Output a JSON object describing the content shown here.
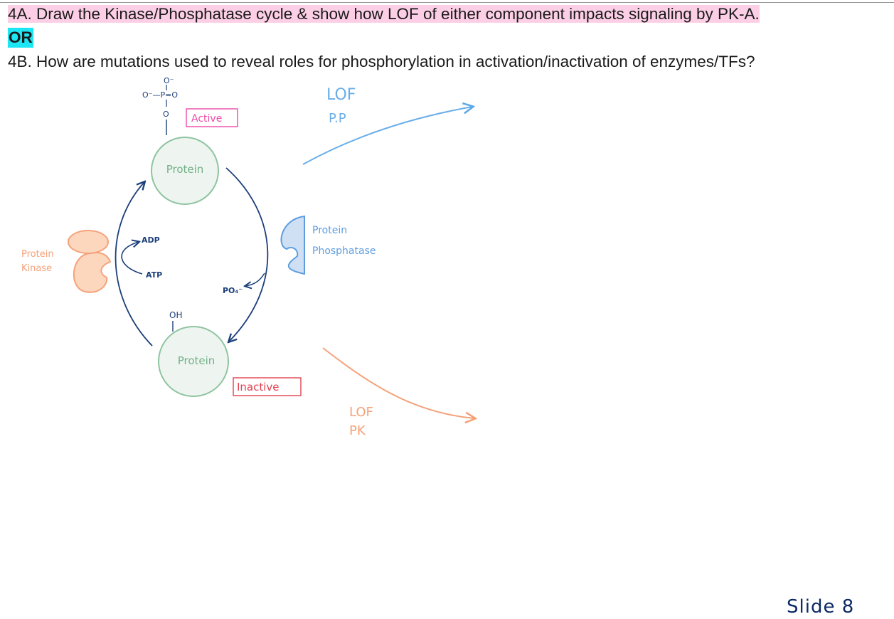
{
  "questions": {
    "q4a": "4A. Draw the Kinase/Phosphatase cycle & show how LOF of either component impacts signaling by PK-A.",
    "or": "OR",
    "q4b": "4B. How are mutations used to reveal roles for phosphorylation in activation/inactivation of enzymes/TFs?"
  },
  "diagram": {
    "phosphate_top": "O⁻",
    "phosphate_left": "O⁻—P=O",
    "phosphate_o": "O",
    "active_label": "Active",
    "inactive_label": "Inactive",
    "protein_top": "Protein",
    "protein_bottom": "Protein",
    "hydroxyl": "OH",
    "adp": "ADP",
    "atp": "ATP",
    "po4": "PO₄⁻",
    "kinase_label_1": "Protein",
    "kinase_label_2": "Kinase",
    "phosphatase_label_1": "Protein",
    "phosphatase_label_2": "Phosphatase",
    "lof_pp_1": "LOF",
    "lof_pp_2": "P.P",
    "lof_pk_1": "LOF",
    "lof_pk_2": "PK"
  },
  "footer": {
    "slide": "Slide 8"
  },
  "colors": {
    "arrow_navy": "#1c3f7a",
    "active_pink": "#ec4aa8",
    "inactive_red": "#e0414f",
    "kinase_orange": "#f4a27a",
    "kinase_fill": "#fcd7bd",
    "phosphatase_blue": "#5e9ee0",
    "phosphatase_fill": "#cfe0f4",
    "protein_green": "#8fc4a0",
    "protein_fill": "#eef5f0",
    "highlight_pink": "#fccfe6",
    "highlight_cyan": "#1de6f4"
  }
}
